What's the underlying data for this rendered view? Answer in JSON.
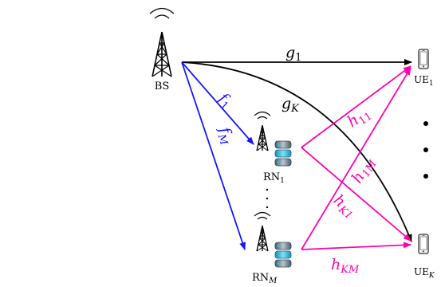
{
  "nodes": {
    "bs": {
      "label": "BS"
    },
    "ue1": {
      "label": "UE",
      "sub": "1"
    },
    "uek": {
      "label": "UE",
      "sub": "K"
    },
    "rn1": {
      "label": "RN",
      "sub": "1"
    },
    "rnm": {
      "label": "RN",
      "sub": "M"
    }
  },
  "links": {
    "g1": {
      "base": "g",
      "sub": "1",
      "color": "#000000"
    },
    "gk": {
      "base": "g",
      "sub": "K",
      "color": "#000000"
    },
    "f1": {
      "base": "f",
      "sub": "1",
      "color": "#1515ff"
    },
    "fm": {
      "base": "f",
      "sub": "M",
      "color": "#1515ff"
    },
    "h11": {
      "base": "h",
      "sub": "11",
      "color": "#ff00b0"
    },
    "h1m": {
      "base": "h",
      "sub": "1M",
      "color": "#ff00b0"
    },
    "hk1": {
      "base": "h",
      "sub": "K1",
      "color": "#ff00b0"
    },
    "hkm": {
      "base": "h",
      "sub": "KM",
      "color": "#ff00b0"
    }
  },
  "icons": [
    "antenna-tower-icon",
    "smartphone-icon",
    "server-database-icon"
  ]
}
